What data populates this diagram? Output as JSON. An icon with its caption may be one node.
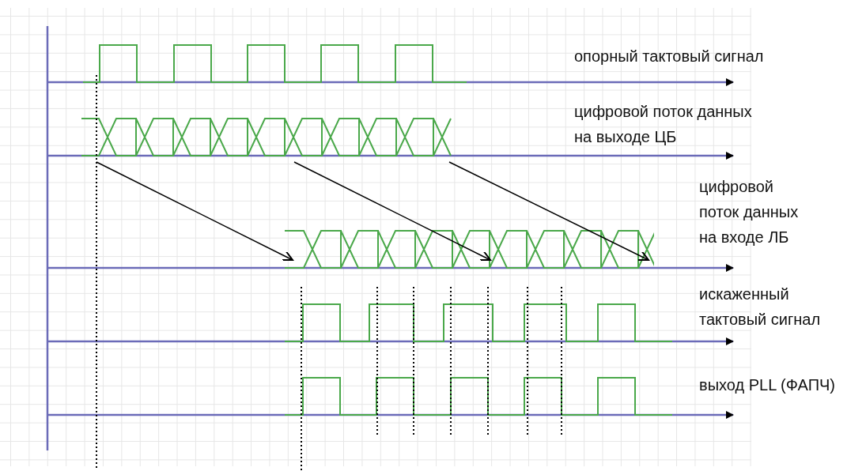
{
  "diagram": {
    "labels": [
      "опорный тактовый сигнал",
      "цифровой поток данных на выходе ЦБ",
      "цифровой поток данных на входе ЛБ",
      "искаженный тактовый сигнал",
      "выход PLL (ФАПЧ)"
    ]
  }
}
